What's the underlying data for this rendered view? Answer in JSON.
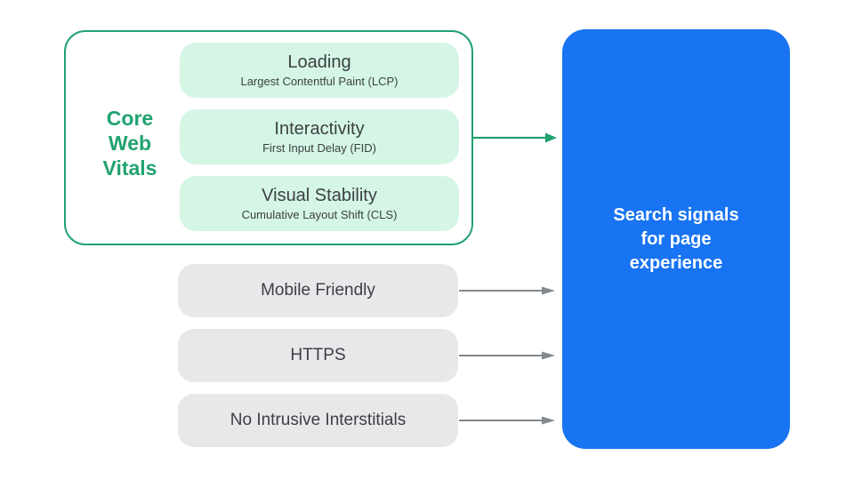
{
  "colors": {
    "green": "#21A26F",
    "green_light": "#D5F6E5",
    "gray_box": "#E8E8EA",
    "gray_arrow": "#82888D",
    "text_dark": "#3C4043",
    "blue": "#1874F2",
    "text_white": "#FFFFFF"
  },
  "core_web_vitals": {
    "label_lines": [
      "Core",
      "Web",
      "Vitals"
    ],
    "metrics": [
      {
        "title": "Loading",
        "subtitle": "Largest Contentful Paint (LCP)"
      },
      {
        "title": "Interactivity",
        "subtitle": "First Input Delay (FID)"
      },
      {
        "title": "Visual Stability",
        "subtitle": "Cumulative Layout Shift (CLS)"
      }
    ]
  },
  "other_signals": [
    {
      "label": "Mobile Friendly"
    },
    {
      "label": "HTTPS"
    },
    {
      "label": "No Intrusive Interstitials"
    }
  ],
  "result": {
    "label_lines": [
      "Search signals",
      "for page",
      "experience"
    ]
  }
}
